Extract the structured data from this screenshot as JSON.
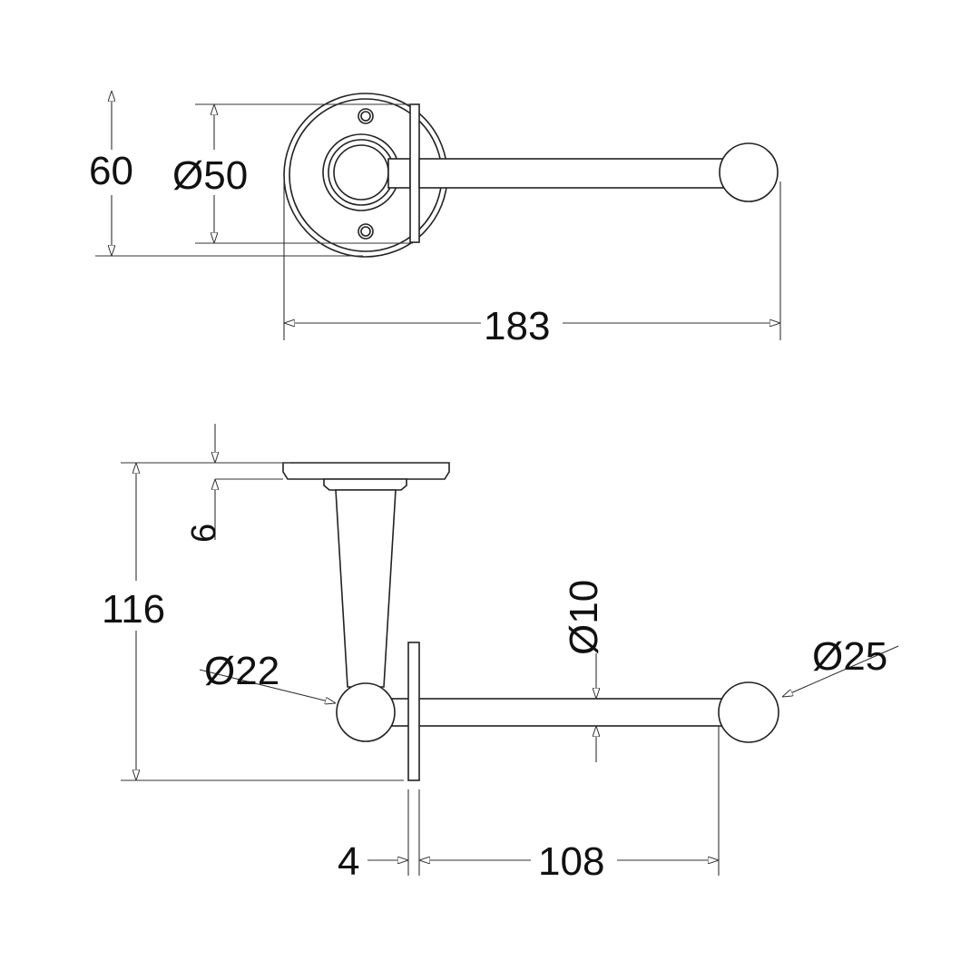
{
  "top_view": {
    "height_label": "60",
    "rosette_diameter_label": "Ø50",
    "length_label": "183"
  },
  "side_view": {
    "height_label": "116",
    "plate_thickness_label": "6",
    "knuckle_diameter_label": "Ø22",
    "arm_diameter_label": "Ø10",
    "end_ball_diameter_label": "Ø25",
    "wall_plate_label": "4",
    "arm_length_label": "108"
  }
}
